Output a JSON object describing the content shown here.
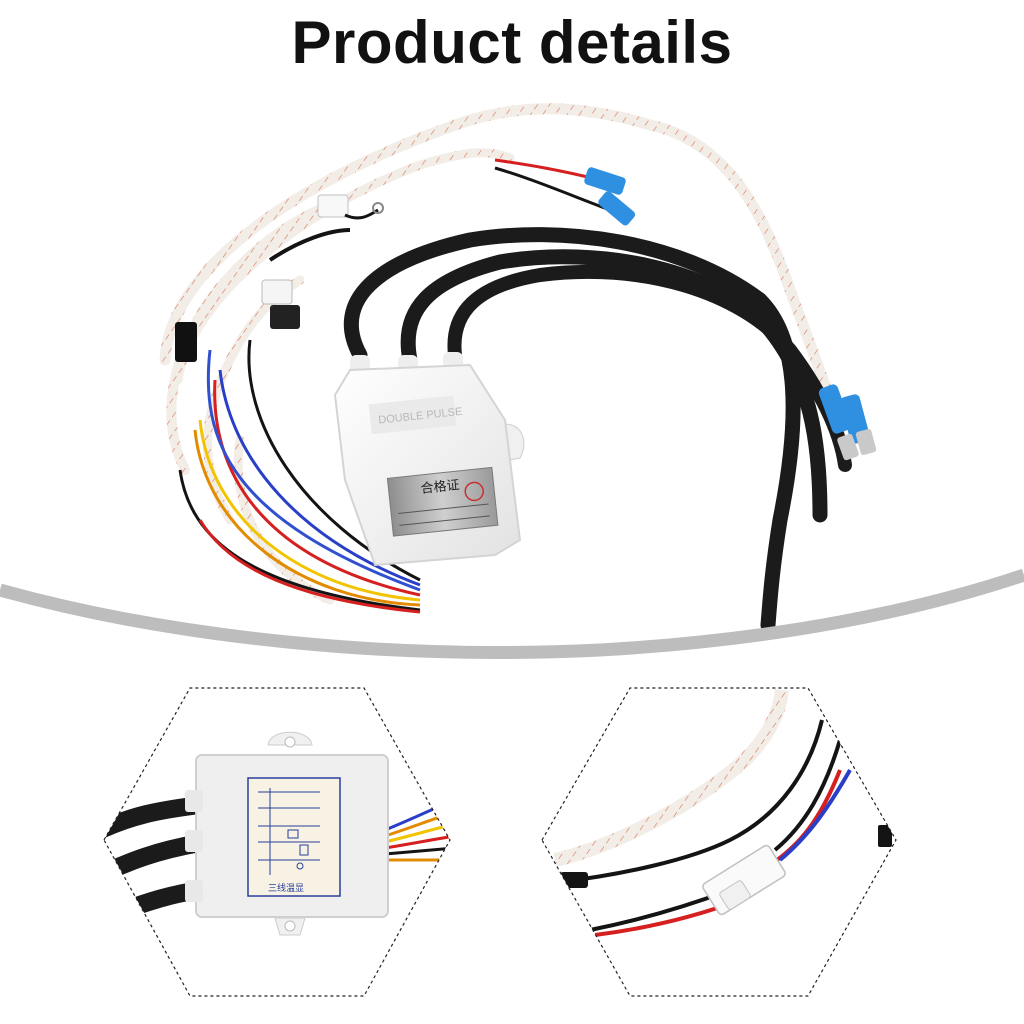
{
  "header": {
    "title": "Product details"
  },
  "main_photo": {
    "certificate_label": "合格证",
    "body_text": "DOUBLE PULSE"
  },
  "detail_left": {
    "diagram_footer": "三线温显"
  },
  "colors": {
    "divider": "#bdbdbd",
    "harness_sleeve": "#f2ede6",
    "sleeve_stripe": "#d9735a",
    "cable_black": "#1b1b1b",
    "terminal_blue": "#2f8fe0",
    "module_white": "#f4f4f4",
    "label_silver": "#a8a8a8"
  }
}
